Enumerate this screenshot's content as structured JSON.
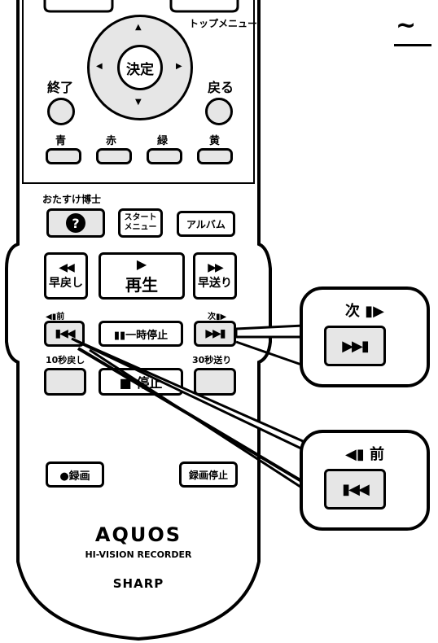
{
  "top_label": "トップメニュー",
  "tilde": "~",
  "dpad": {
    "center": "決定",
    "up": "▲",
    "down": "▼",
    "left": "◀",
    "right": "▶"
  },
  "end_label": "終了",
  "back_label": "戻る",
  "colors": [
    {
      "label": "青"
    },
    {
      "label": "赤"
    },
    {
      "label": "緑"
    },
    {
      "label": "黄"
    }
  ],
  "otasuke_label": "おたすけ博士",
  "help_glyph": "?",
  "start_menu_line1": "スタート",
  "start_menu_line2": "メニュー",
  "album_label": "アルバム",
  "rewind": {
    "symbol": "◀◀",
    "label": "早戻し"
  },
  "play": {
    "symbol": "▶",
    "label": "再生"
  },
  "ffwd": {
    "symbol": "▶▶",
    "label": "早送り"
  },
  "prev_small_label": "◀▮前",
  "next_small_label": "次▮▶",
  "prev_symbol": "▮◀◀",
  "pause_label": "▮▮一時停止",
  "next_symbol": "▶▶▮",
  "back10_label": "10秒戻し",
  "fwd30_label": "30秒送り",
  "stop_label": "■ 停止",
  "record_label": "●録画",
  "record_stop_label": "録画停止",
  "brand_aquos": "AQUOS",
  "brand_sub": "HI-VISION RECORDER",
  "brand_sharp": "SHARP",
  "callout_next": {
    "label": "次 ▮▶",
    "symbol": "▶▶▮"
  },
  "callout_prev": {
    "label": "◀▮ 前",
    "symbol": "▮◀◀"
  }
}
